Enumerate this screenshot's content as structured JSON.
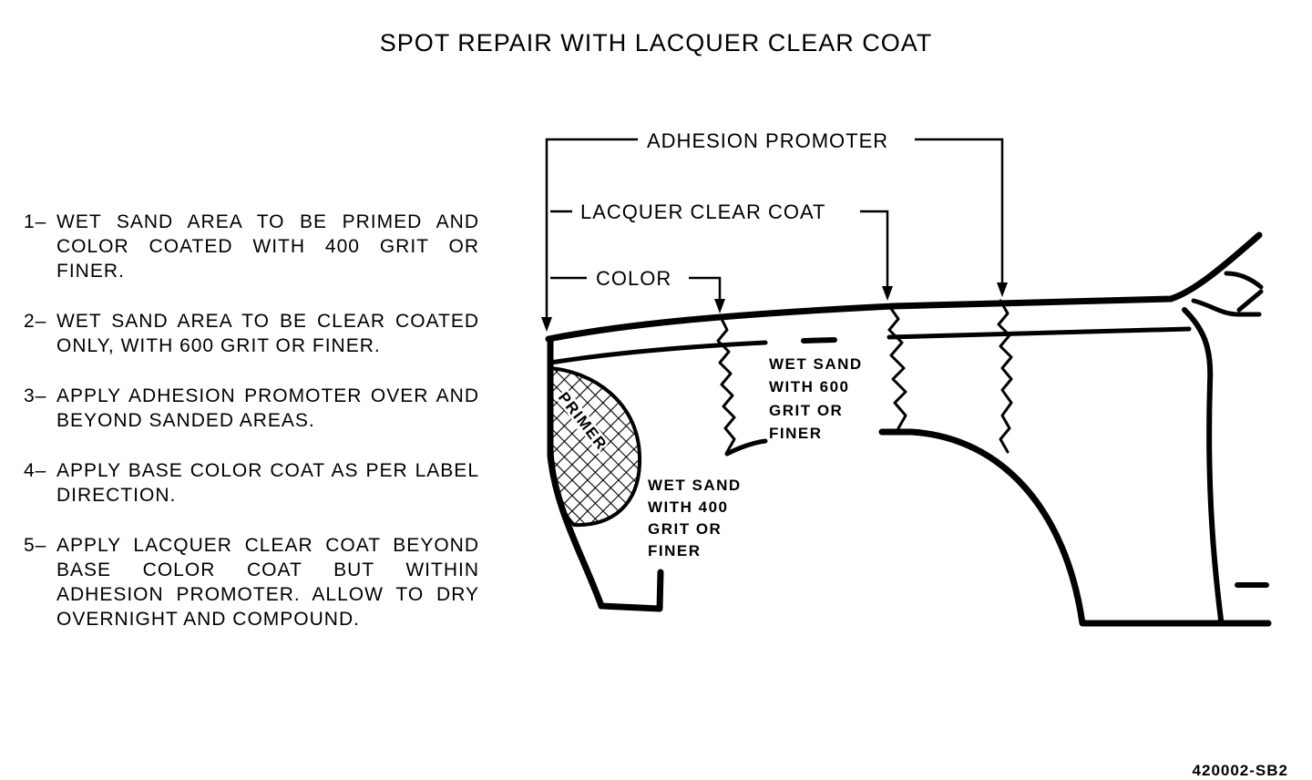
{
  "title": "SPOT REPAIR WITH LACQUER CLEAR COAT",
  "steps": [
    {
      "num": "1–",
      "text": "WET SAND AREA TO BE PRIMED AND COLOR COATED WITH 400 GRIT OR FINER."
    },
    {
      "num": "2–",
      "text": "WET SAND AREA TO BE CLEAR COATED ONLY, WITH 600 GRIT OR FINER."
    },
    {
      "num": "3–",
      "text": "APPLY ADHESION PROMOTER OVER AND BEYOND SANDED AREAS."
    },
    {
      "num": "4–",
      "text": "APPLY BASE COLOR COAT AS PER LABEL DIRECTION."
    },
    {
      "num": "5–",
      "text": "APPLY LACQUER CLEAR COAT BEYOND BASE COLOR COAT BUT WITHIN ADHESION PROMOTER. ALLOW TO DRY OVERNIGHT AND COMPOUND."
    }
  ],
  "labels": {
    "adhesion_promoter": "ADHESION PROMOTER",
    "lacquer_clear_coat": "LACQUER CLEAR COAT",
    "color": "COLOR",
    "primer": "PRIMER",
    "wet_sand_600": [
      "WET SAND",
      "WITH 600",
      "GRIT OR",
      "FINER"
    ],
    "wet_sand_400": [
      "WET SAND",
      "WITH 400",
      "GRIT OR",
      "FINER"
    ]
  },
  "figure_code": "420002-SB2"
}
